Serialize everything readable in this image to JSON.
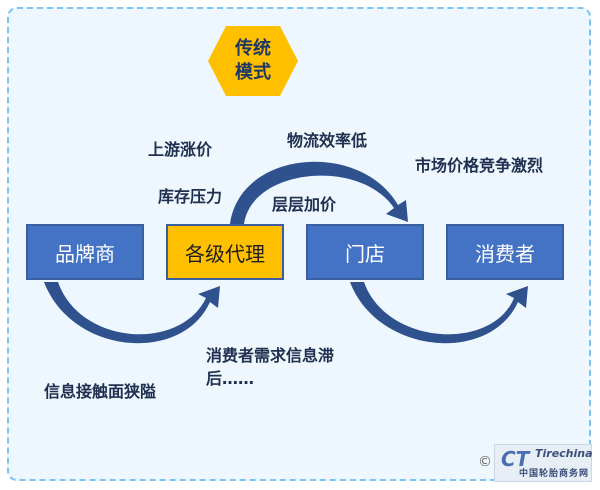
{
  "badge": {
    "text": "传统\n模式"
  },
  "nodes": {
    "brand": "品牌商",
    "agents": "各级代理",
    "store": "门店",
    "consumer": "消费者"
  },
  "labels": {
    "price_up": "上游涨价",
    "inventory": "库存压力",
    "logistics": "物流效率低",
    "markup": "层层加价",
    "competition": "市场价格竞争激烈",
    "info_narrow": "信息接触面狭隘",
    "demand_lag_1": "消费者需求信息滞",
    "demand_lag_2": "后……"
  },
  "logo": {
    "mark": "CT",
    "latin": "Tirechina",
    "chinese": "中国轮胎商务网"
  },
  "watermark": "© 汽车轮胎",
  "colors": {
    "node_blue": "#4472c4",
    "node_gold": "#ffc000",
    "arrow_fill": "#2f528f",
    "frame_border": "#7fc4ee"
  }
}
